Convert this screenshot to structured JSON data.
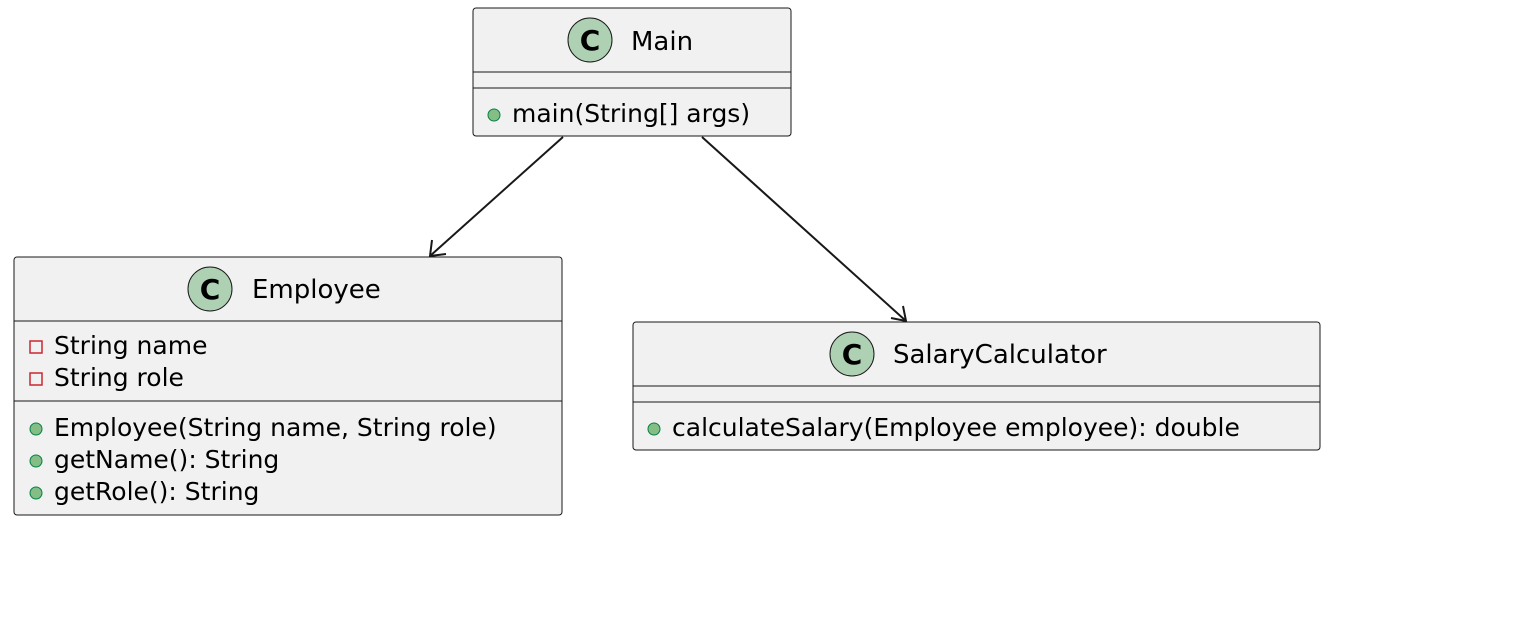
{
  "colors": {
    "box_fill": "#f1f1f1",
    "box_border": "#181818",
    "badge_fill": "#add1b2",
    "public_marker": "#84be84",
    "private_marker": "#c82930"
  },
  "classes": [
    {
      "id": "main",
      "badge": "C",
      "name": "Main",
      "fields": [],
      "methods": [
        {
          "visibility": "public",
          "text": "main(String[] args)"
        }
      ]
    },
    {
      "id": "employee",
      "badge": "C",
      "name": "Employee",
      "fields": [
        {
          "visibility": "private",
          "text": "String name"
        },
        {
          "visibility": "private",
          "text": "String role"
        }
      ],
      "methods": [
        {
          "visibility": "public",
          "text": "Employee(String name, String role)"
        },
        {
          "visibility": "public",
          "text": "getName(): String"
        },
        {
          "visibility": "public",
          "text": "getRole(): String"
        }
      ]
    },
    {
      "id": "salarycalculator",
      "badge": "C",
      "name": "SalaryCalculator",
      "fields": [],
      "methods": [
        {
          "visibility": "public",
          "text": "calculateSalary(Employee employee): double"
        }
      ]
    }
  ],
  "relations": [
    {
      "from": "Main",
      "to": "Employee",
      "type": "dependency-arrow"
    },
    {
      "from": "Main",
      "to": "SalaryCalculator",
      "type": "dependency-arrow"
    }
  ]
}
